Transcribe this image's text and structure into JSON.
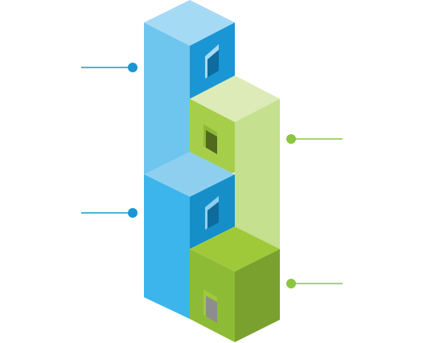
{
  "diagram": {
    "type": "isometric-stacked-blocks-infographic",
    "blocks": [
      {
        "name": "upper-left-block",
        "color_family": "blue",
        "level": "upper"
      },
      {
        "name": "lower-left-block",
        "color_family": "blue",
        "level": "lower"
      },
      {
        "name": "upper-right-block",
        "color_family": "light-green",
        "level": "upper"
      },
      {
        "name": "lower-right-block",
        "color_family": "green",
        "level": "lower"
      }
    ],
    "callouts": [
      {
        "name": "callout-upper-left",
        "side": "left",
        "color": "#1a96d4"
      },
      {
        "name": "callout-lower-left",
        "side": "left",
        "color": "#1a96d4"
      },
      {
        "name": "callout-upper-right",
        "side": "right",
        "color": "#8cc63f"
      },
      {
        "name": "callout-lower-right",
        "side": "right",
        "color": "#8cc63f"
      }
    ]
  },
  "colors": {
    "blue_top": "#a5daf5",
    "blue_left": "#6ec6ee",
    "blue_right": "#1a96d4",
    "blue_window": "#0e6b9e",
    "lower_blue_top": "#8ecff0",
    "lower_blue_left": "#3cb4ec",
    "lower_blue_right": "#168fc9",
    "light_green_top": "#dcebb8",
    "light_green_left": "#a6ce4a",
    "light_green_right": "#c5e08e",
    "green_top": "#a0c93a",
    "green_left": "#8dbb35",
    "green_right": "#7aa12e",
    "green_window": "#4f6a1f",
    "window_grey": "#8d8d8d",
    "callout_blue": "#1a96d4",
    "callout_green": "#8cc63f"
  }
}
